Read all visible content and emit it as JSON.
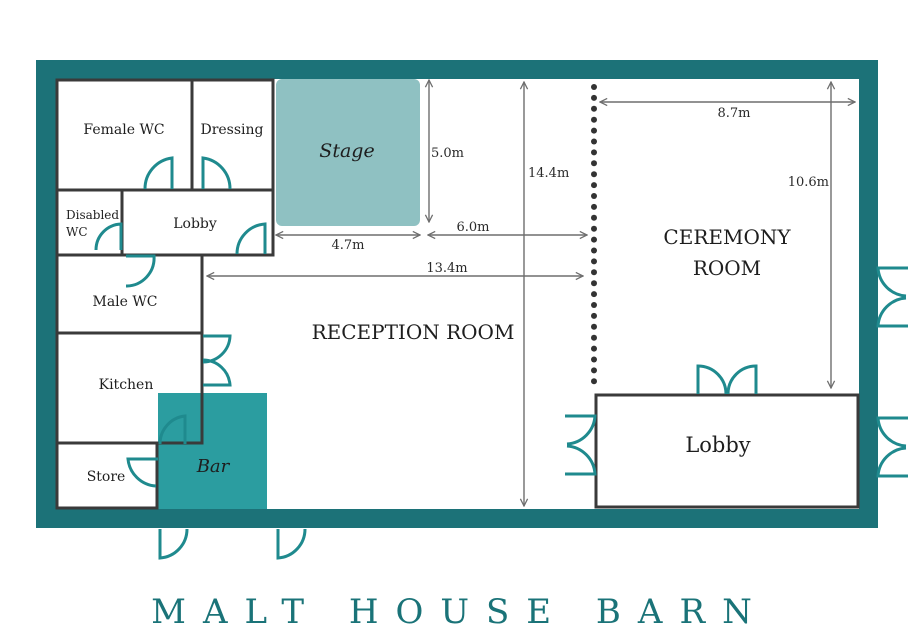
{
  "title": "MALT HOUSE BARN",
  "colors": {
    "wall": "#1c7278",
    "stage": "#8fc1c2",
    "bar": "#2b9da0",
    "door": "#1f8a8e",
    "line": "#3a3a3a",
    "arrow": "#6e6e6e"
  },
  "rooms": {
    "female_wc": "Female WC",
    "dressing": "Dressing",
    "disabled_wc_line1": "Disabled",
    "disabled_wc_line2": "WC",
    "lobby_small": "Lobby",
    "male_wc": "Male WC",
    "kitchen": "Kitchen",
    "store": "Store",
    "stage": "Stage",
    "bar": "Bar",
    "reception": "RECEPTION ROOM",
    "ceremony_line1": "CEREMONY",
    "ceremony_line2": "ROOM",
    "lobby_main": "Lobby"
  },
  "dimensions": {
    "stage_depth": "5.0m",
    "stage_width": "4.7m",
    "stage_gap": "6.0m",
    "reception_length": "13.4m",
    "reception_width": "14.4m",
    "ceremony_width": "8.7m",
    "ceremony_depth": "10.6m"
  }
}
